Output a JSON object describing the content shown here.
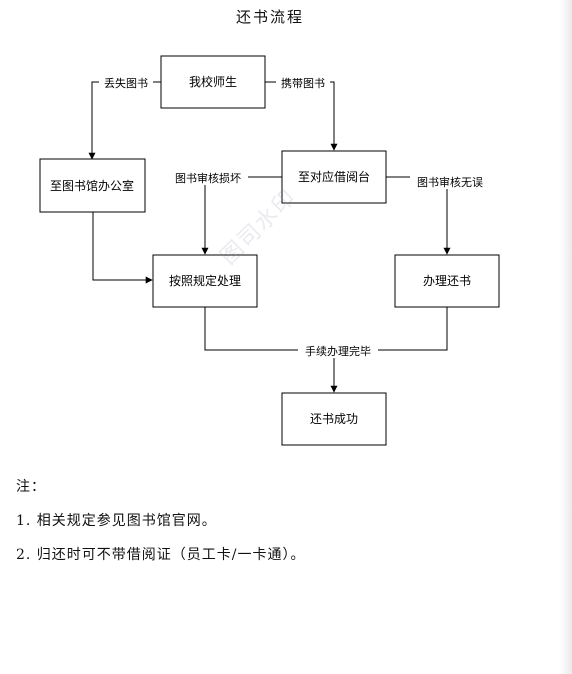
{
  "title": "还书流程",
  "watermark": "图司水印",
  "diagram": {
    "nodes": [
      {
        "id": "teacher",
        "label": "我校师生"
      },
      {
        "id": "office",
        "label": "至图书馆办公室"
      },
      {
        "id": "desk",
        "label": "至对应借阅台"
      },
      {
        "id": "handle",
        "label": "按照规定处理"
      },
      {
        "id": "return",
        "label": "办理还书"
      },
      {
        "id": "success",
        "label": "还书成功"
      }
    ],
    "edges": [
      {
        "from": "teacher",
        "to": "office",
        "label": "丢失图书"
      },
      {
        "from": "teacher",
        "to": "desk",
        "label": "携带图书"
      },
      {
        "from": "desk",
        "to": "handle",
        "label": "图书审核损坏"
      },
      {
        "from": "desk",
        "to": "return",
        "label": "图书审核无误"
      },
      {
        "from": "office",
        "to": "handle",
        "label": ""
      },
      {
        "from": "handle",
        "to": "success",
        "label": "手续办理完毕"
      },
      {
        "from": "return",
        "to": "success",
        "label": ""
      }
    ]
  },
  "notes": {
    "heading": "注：",
    "items": [
      "1. 相关规定参见图书馆官网。",
      "2. 归还时可不带借阅证（员工卡/一卡通）。"
    ]
  }
}
